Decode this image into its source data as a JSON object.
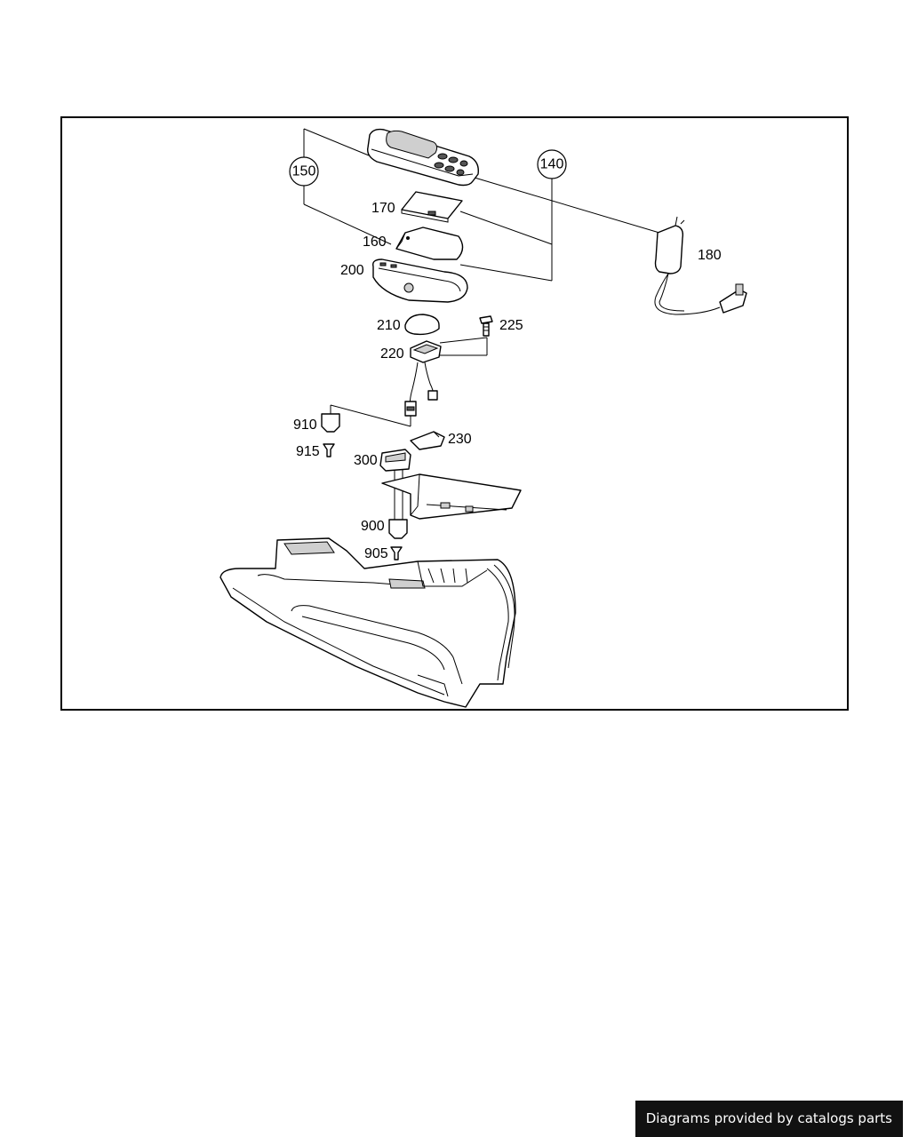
{
  "diagram": {
    "callouts": {
      "c150": "150",
      "c140": "140"
    },
    "labels": {
      "p170": "170",
      "p160": "160",
      "p200": "200",
      "p180": "180",
      "p210": "210",
      "p225": "225",
      "p220": "220",
      "p910": "910",
      "p915": "915",
      "p230": "230",
      "p300": "300",
      "p900": "900",
      "p905": "905"
    }
  },
  "footer": {
    "credit": "Diagrams provided by catalogs parts"
  },
  "colors": {
    "badge_background": "#111111",
    "badge_text": "#ffffff",
    "line": "#000000"
  }
}
